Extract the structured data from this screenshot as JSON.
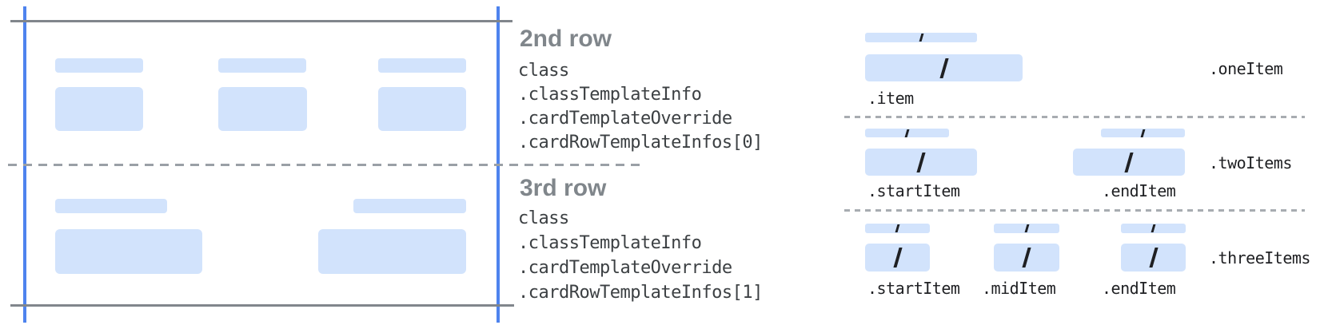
{
  "colors": {
    "bar_fill": "#d2e3fc",
    "guide_blue": "#4e83ee",
    "line_gray": "#81868c",
    "dash_gray": "#9aa0a6",
    "separator_gray": "#a8acb1",
    "heading_gray": "#80868b",
    "code_color": "#3c4043",
    "label_color": "#202124",
    "slash_color": "#1f2023"
  },
  "rows": [
    {
      "title": "2nd row",
      "class_lines": [
        "class",
        ".classTemplateInfo",
        ".cardTemplateOverride",
        ".cardRowTemplateInfos[0]"
      ]
    },
    {
      "title": "3rd row",
      "class_lines": [
        "class",
        ".classTemplateInfo",
        ".cardTemplateOverride",
        ".cardRowTemplateInfos[1]"
      ]
    }
  ],
  "templates": [
    {
      "name": ".oneItem",
      "item_labels": [
        ".item"
      ]
    },
    {
      "name": ".twoItems",
      "item_labels": [
        ".startItem",
        ".endItem"
      ]
    },
    {
      "name": ".threeItems",
      "item_labels": [
        ".startItem",
        ".midItem",
        ".endItem"
      ]
    }
  ]
}
